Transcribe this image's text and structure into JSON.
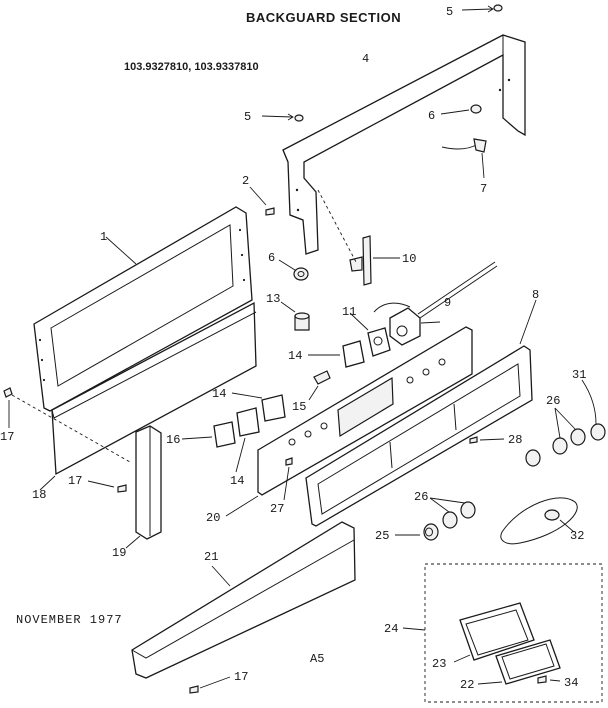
{
  "title": "BACKGUARD SECTION",
  "model_numbers": "103.9327810, 103.9337810",
  "date": "NOVEMBER 1977",
  "page_code": "A5",
  "callouts": {
    "c1": "1",
    "c2": "2",
    "c4": "4",
    "c5a": "5",
    "c5b": "5",
    "c6a": "6",
    "c6b": "6",
    "c7": "7",
    "c8": "8",
    "c9": "9",
    "c10": "10",
    "c11": "11",
    "c13": "13",
    "c14a": "14",
    "c14b": "14",
    "c14c": "14",
    "c15": "15",
    "c16": "16",
    "c17a": "17",
    "c17b": "17",
    "c17c": "17",
    "c18": "18",
    "c19": "19",
    "c20": "20",
    "c21": "21",
    "c22": "22",
    "c23": "23",
    "c24": "24",
    "c25": "25",
    "c26a": "26",
    "c26b": "26",
    "c27": "27",
    "c28": "28",
    "c31": "31",
    "c32": "32",
    "c34": "34"
  }
}
